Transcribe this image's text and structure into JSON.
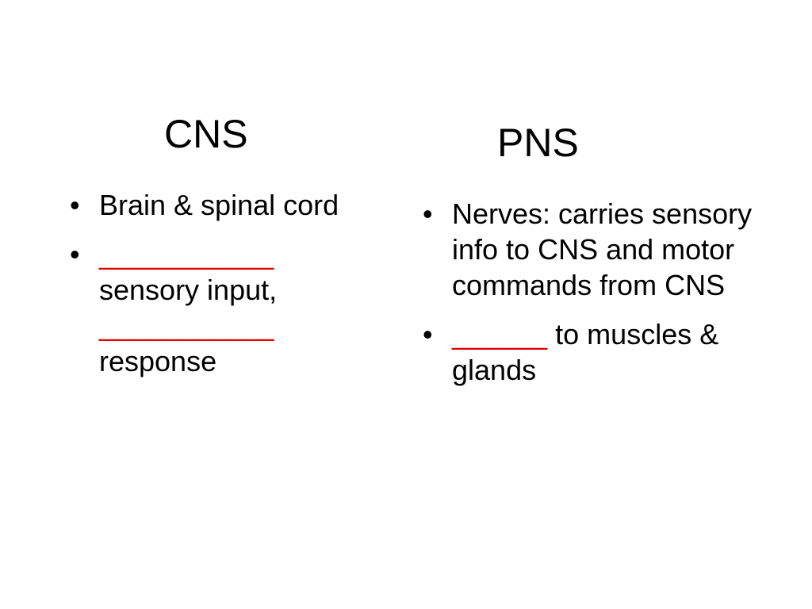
{
  "cns": {
    "title": "CNS",
    "items": [
      {
        "text": "Brain & spinal cord"
      },
      {
        "blank1": "___________",
        "text1": "sensory input,",
        "blank2": "___________",
        "text2": "response"
      }
    ]
  },
  "pns": {
    "title": "PNS",
    "items": [
      {
        "text": "Nerves: carries sensory info to CNS and motor commands from CNS"
      },
      {
        "blank": "______",
        "text": "to muscles & glands"
      }
    ]
  },
  "colors": {
    "text": "#000000",
    "blank": "#e00000",
    "background": "#ffffff"
  }
}
